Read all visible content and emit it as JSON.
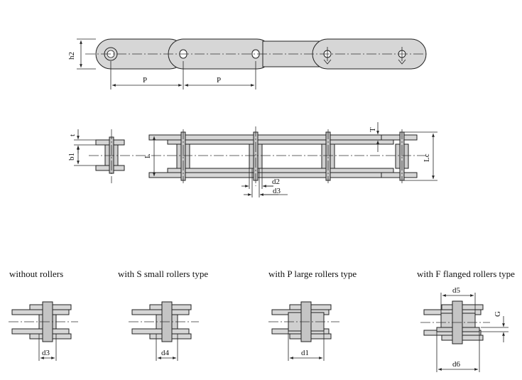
{
  "labels": {
    "h2": "h2",
    "p1": "P",
    "p2": "P",
    "t": "t",
    "b1": "b1",
    "L": "L",
    "d2": "d2",
    "d3": "d3",
    "T": "T",
    "Lc": "Lc"
  },
  "captions": {
    "without": "without rollers",
    "small": "with S small  rollers type",
    "large": "with P large rollers type",
    "flanged": "with F flanged rollers type"
  },
  "detail_labels": {
    "d3": "d3",
    "d4": "d4",
    "d1": "d1",
    "d5": "d5",
    "d6": "d6",
    "G": "G"
  }
}
